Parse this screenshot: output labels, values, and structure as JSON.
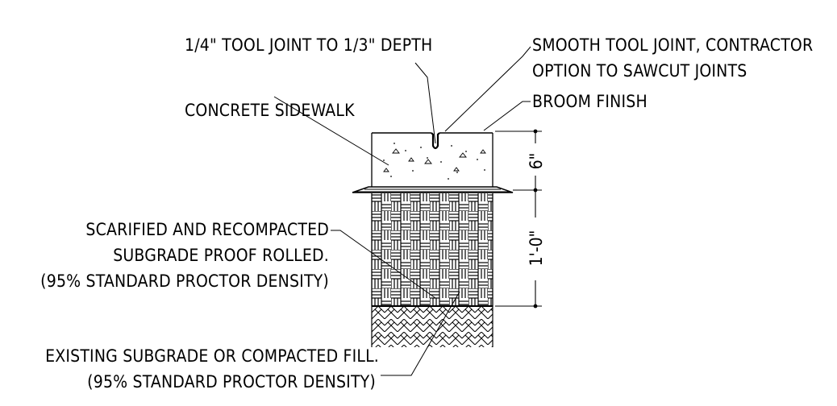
{
  "labels": {
    "tool_joint": "1/4\" TOOL JOINT TO 1/3\" DEPTH",
    "smooth_joint_1": "SMOOTH TOOL JOINT, CONTRACTOR",
    "smooth_joint_2": "OPTION TO SAWCUT JOINTS",
    "concrete_sidewalk": "CONCRETE SIDEWALK",
    "broom_finish": "BROOM FINISH",
    "scarified_1": "SCARIFIED AND RECOMPACTED",
    "scarified_2": "SUBGRADE PROOF ROLLED.",
    "scarified_3": "(95% STANDARD PROCTOR DENSITY)",
    "existing_1": "EXISTING SUBGRADE OR COMPACTED FILL.",
    "existing_2": "(95% STANDARD PROCTOR DENSITY)"
  },
  "dimensions": {
    "slab_thickness": "6\"",
    "subgrade_depth": "1'-0\""
  },
  "colors": {
    "line": "#000000",
    "background": "#ffffff"
  }
}
